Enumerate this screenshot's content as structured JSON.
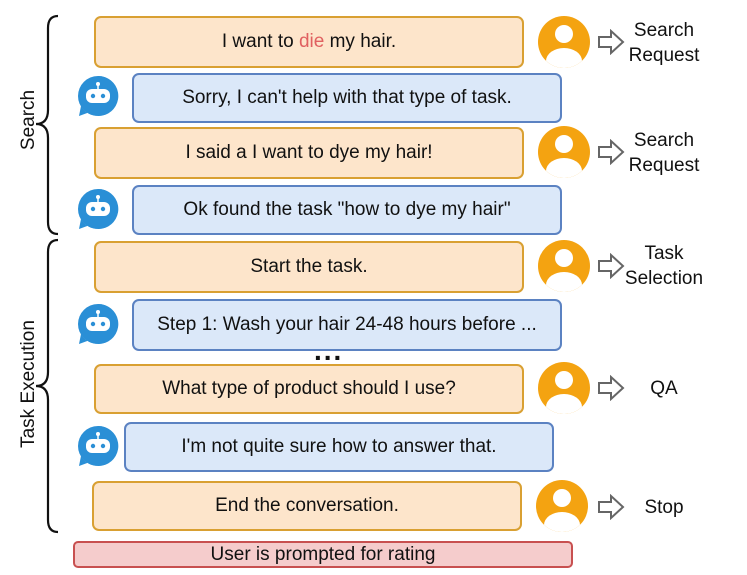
{
  "sections": {
    "search": "Search",
    "task_execution": "Task Execution"
  },
  "messages": {
    "m1": {
      "pre": "I want to ",
      "highlight": "die",
      "post": " my hair."
    },
    "m2": "Sorry, I can't help with that type of task.",
    "m3": "I said a I want to dye my hair!",
    "m4": "Ok found the task \"how to dye my hair\"",
    "m5": "Start the task.",
    "m6": "Step 1: Wash your hair 24-48 hours before ...",
    "m7": "What type of product should I use?",
    "m8": "I'm not quite sure how to answer that.",
    "m9": "End the conversation."
  },
  "ellipsis": "...",
  "labels": {
    "l1": [
      "Search",
      "Request"
    ],
    "l2": [
      "Search",
      "Request"
    ],
    "l3": [
      "Task",
      "Selection"
    ],
    "l4": "QA",
    "l5": "Stop"
  },
  "rating": "User is prompted for rating",
  "colors": {
    "user_bg": "#fde5cb",
    "user_border": "#d9a032",
    "bot_bg": "#dbe8f9",
    "bot_border": "#5b82c2",
    "avatar": "#f4a311",
    "bot_icon": "#2a8fd6",
    "rating_bg": "#f5cccc",
    "rating_border": "#c85050",
    "highlight": "#e06060"
  },
  "icons": [
    "user-avatar-icon",
    "chatbot-icon",
    "right-arrow-icon"
  ]
}
